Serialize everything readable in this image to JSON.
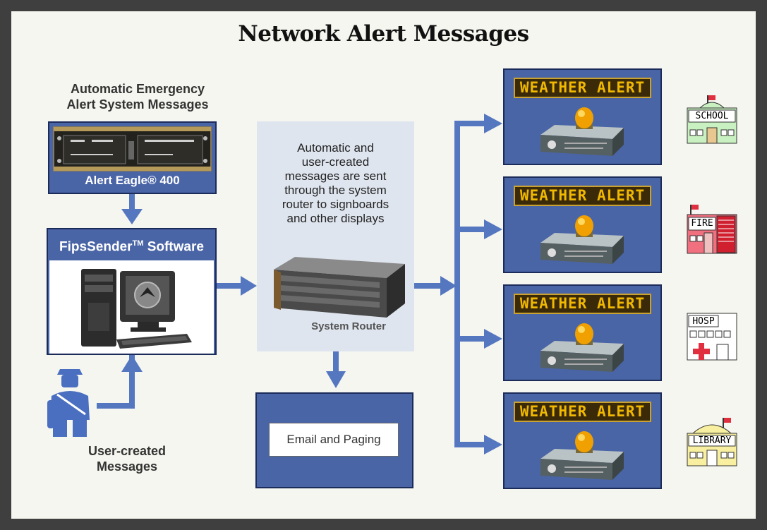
{
  "title": "Network Alert Messages",
  "left": {
    "auto_label_line1": "Automatic Emergency",
    "auto_label_line2": "Alert System Messages",
    "eagle_label": "Alert Eagle® 400",
    "fipssender_name": "FipsSender",
    "fipssender_tm": "TM",
    "fipssender_suffix": " Software",
    "user_label_line1": "User-created",
    "user_label_line2": "Messages"
  },
  "router": {
    "desc_line1": "Automatic and",
    "desc_line2": "user-created",
    "desc_line3": "messages are sent",
    "desc_line4": "through the system",
    "desc_line5": "router to signboards",
    "desc_line6": "and other displays",
    "label": "System Router"
  },
  "email_paging": "Email and Paging",
  "signboards": [
    {
      "text": "WEATHER ALERT"
    },
    {
      "text": "WEATHER ALERT"
    },
    {
      "text": "WEATHER ALERT"
    },
    {
      "text": "WEATHER ALERT"
    }
  ],
  "buildings": [
    {
      "label": "SCHOOL",
      "icon": "school-icon"
    },
    {
      "label": "FIRE",
      "icon": "fire-station-icon"
    },
    {
      "label": "HOSP",
      "icon": "hospital-icon"
    },
    {
      "label": "LIBRARY",
      "icon": "library-icon"
    }
  ],
  "colors": {
    "connector": "#5577c0",
    "box_blue": "#4a65a6",
    "router_panel": "#dfe5ef",
    "sign_text": "#f0b800"
  }
}
